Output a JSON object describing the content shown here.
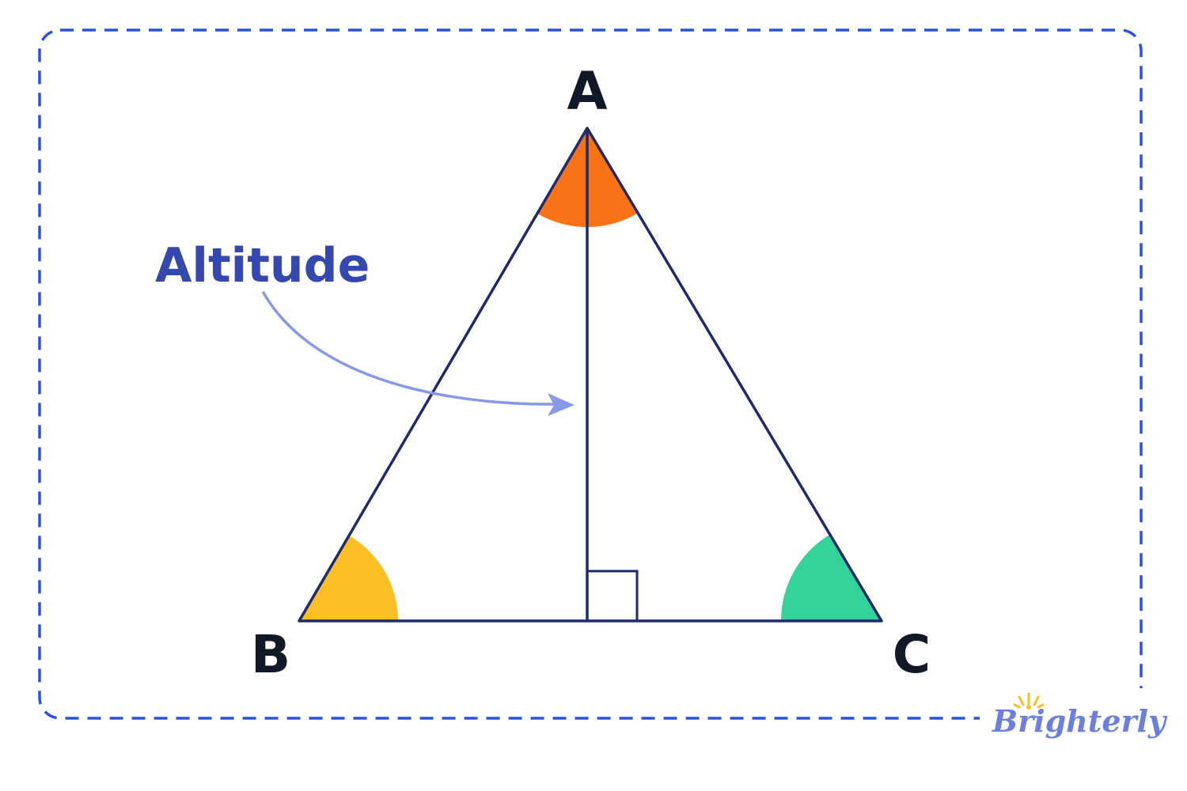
{
  "diagram": {
    "vertices": {
      "a": "A",
      "b": "B",
      "c": "C"
    },
    "annotation": "Altitude",
    "logo": "Brighterly"
  },
  "colors": {
    "border": "#2a52de",
    "triangle": "#1e2a6e",
    "angle_a": "#f97316",
    "angle_b": "#fbbf24",
    "angle_c": "#34d399",
    "label": "#111827",
    "annotation": "#3448b0",
    "arrow": "#8798e8",
    "logo": "#6b7fe0",
    "logo_sun": "#fbbf24"
  }
}
